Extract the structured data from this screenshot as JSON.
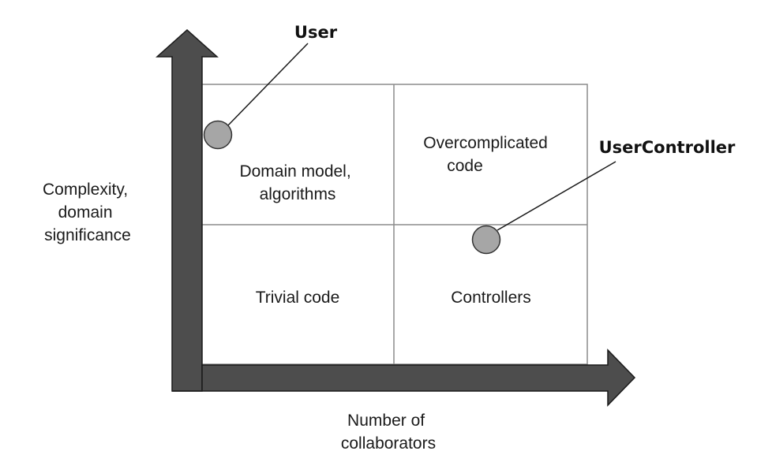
{
  "quadrants": {
    "top_left": {
      "lines": [
        "Domain model,",
        "algorithms"
      ]
    },
    "top_right": {
      "lines": [
        "Overcomplicated",
        "code"
      ]
    },
    "bottom_left": {
      "lines": [
        "Trivial code"
      ]
    },
    "bottom_right": {
      "lines": [
        "Controllers"
      ]
    }
  },
  "axes": {
    "y_label": [
      "Complexity,",
      "domain",
      "significance"
    ],
    "x_label": [
      "Number of",
      "collaborators"
    ]
  },
  "callouts": {
    "user": "User",
    "user_controller": "UserController"
  },
  "colors": {
    "arrow_fill": "#4d4d4d",
    "arrow_stroke": "#1a1a1a",
    "grid_line": "#8c8c8c",
    "marker_fill": "#a6a6a6",
    "marker_stroke": "#333333",
    "text": "#1a1a1a"
  }
}
